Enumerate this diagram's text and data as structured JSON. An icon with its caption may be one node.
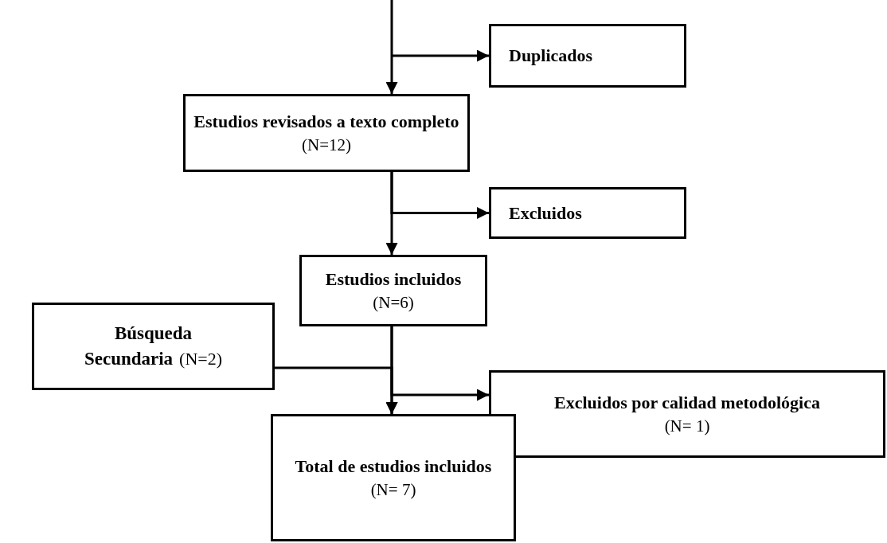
{
  "diagram": {
    "nodes": [
      {
        "text": [
          "Duplicados"
        ]
      },
      {
        "text": [
          "Estudios revisados a texto completo",
          "(N=12)"
        ]
      },
      {
        "text": [
          "Excluidos"
        ]
      },
      {
        "text": [
          "Estudios incluidos",
          "(N=6)"
        ]
      },
      {
        "text": [
          "Búsqueda Secundaria",
          "(N=2)"
        ]
      },
      {
        "text": [
          "Excluidos por calidad metodológica",
          "(N= 1)"
        ]
      },
      {
        "text": [
          "Total de estudios incluidos",
          "(N= 7)"
        ]
      }
    ],
    "edges": [
      {
        "from": null,
        "to": 1,
        "arrow": "to"
      },
      {
        "from": null,
        "to": 0,
        "arrow": "to"
      },
      {
        "from": 1,
        "to": 3,
        "arrow": "to"
      },
      {
        "from": 1,
        "to": 2,
        "arrow": "to"
      },
      {
        "from": 3,
        "to": 6,
        "arrow": "to"
      },
      {
        "from": 4,
        "to": 6,
        "arrow": "to"
      },
      {
        "from": 3,
        "to": 5,
        "arrow": "to"
      }
    ]
  }
}
